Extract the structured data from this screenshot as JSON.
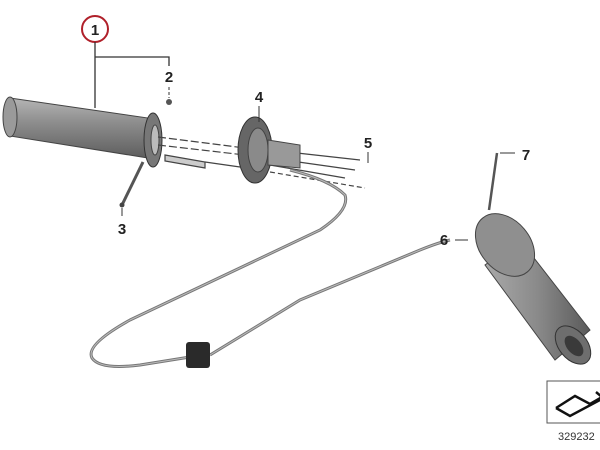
{
  "diagram": {
    "callouts": [
      {
        "id": "1",
        "label": "1",
        "highlighted": true
      },
      {
        "id": "2",
        "label": "2"
      },
      {
        "id": "3",
        "label": "3"
      },
      {
        "id": "4",
        "label": "4"
      },
      {
        "id": "5",
        "label": "5"
      },
      {
        "id": "6",
        "label": "6"
      },
      {
        "id": "7",
        "label": "7"
      }
    ],
    "reference_number": "329232",
    "colors": {
      "highlight": "#b0202a",
      "part": "#8c8c8c",
      "line": "#333333"
    }
  }
}
